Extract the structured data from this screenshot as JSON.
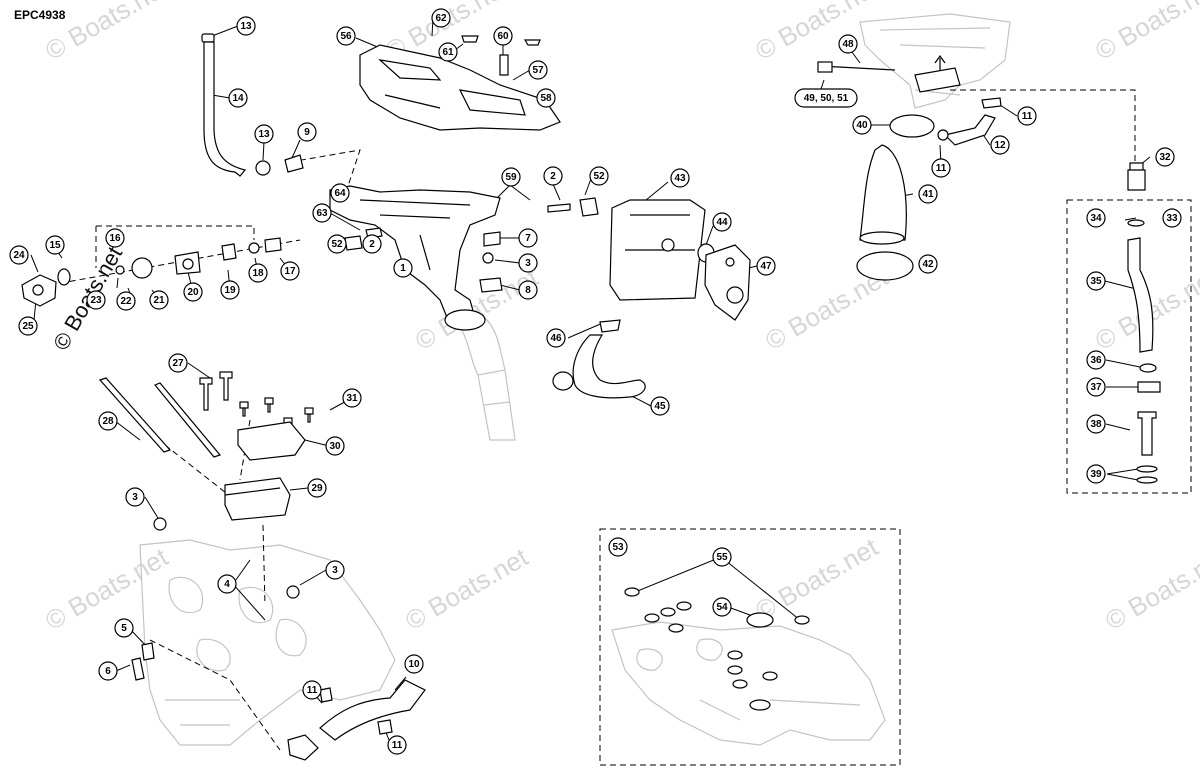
{
  "document_code": "EPC4938",
  "watermark": "© Boats.net",
  "callouts": [
    "1",
    "2",
    "3",
    "4",
    "5",
    "6",
    "7",
    "8",
    "9",
    "10",
    "11",
    "12",
    "13",
    "14",
    "15",
    "16",
    "17",
    "18",
    "19",
    "20",
    "21",
    "22",
    "23",
    "24",
    "25",
    "27",
    "28",
    "29",
    "30",
    "31",
    "32",
    "33",
    "34",
    "35",
    "36",
    "37",
    "38",
    "39",
    "40",
    "41",
    "42",
    "43",
    "44",
    "45",
    "46",
    "47",
    "48",
    "49, 50, 51",
    "52",
    "53",
    "54",
    "55",
    "56",
    "57",
    "58",
    "59",
    "60",
    "61",
    "62",
    "63",
    "64"
  ],
  "colors": {
    "ink": "#000000",
    "ghost": "#c4c4c4",
    "watermark": "#d6d6d6"
  }
}
